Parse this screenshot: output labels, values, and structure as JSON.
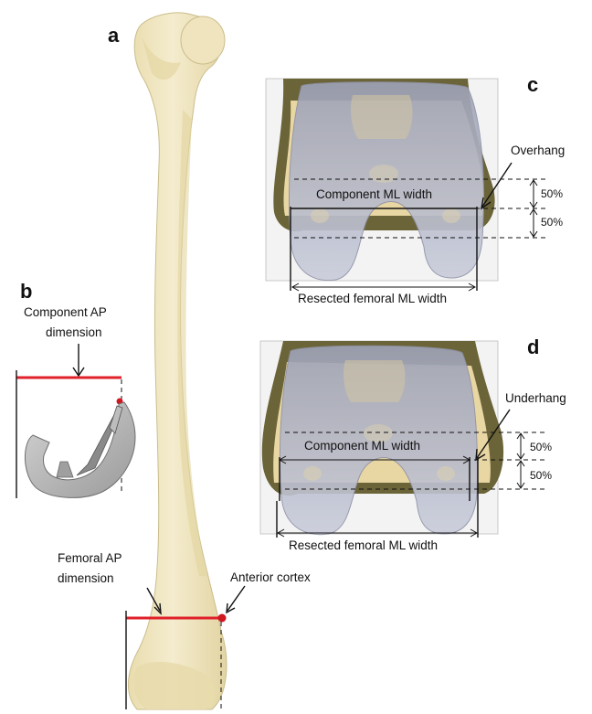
{
  "panels": {
    "a": "a",
    "b": "b",
    "c": "c",
    "d": "d"
  },
  "panel_b": {
    "component_ap_line1": "Component AP",
    "component_ap_line2": "dimension"
  },
  "panel_a": {
    "femoral_ap_line1": "Femoral AP",
    "femoral_ap_line2": "dimension",
    "anterior_cortex": "Anterior cortex"
  },
  "panel_c": {
    "overhang": "Overhang",
    "component_ml_width": "Component ML width",
    "upper_percent": "50%",
    "lower_percent": "50%",
    "resected_width": "Resected femoral ML width"
  },
  "panel_d": {
    "underhang": "Underhang",
    "component_ml_width": "Component ML width",
    "upper_percent": "50%",
    "lower_percent": "50%",
    "resected_width": "Resected femoral ML width"
  },
  "colors": {
    "bone": "#f1e7c2",
    "bone_shadow": "#d9cd9f",
    "component": "#b9bccd",
    "component_edge": "#8e91a6",
    "soft_tissue": "#6b6438",
    "measure_red": "#e0202a"
  }
}
